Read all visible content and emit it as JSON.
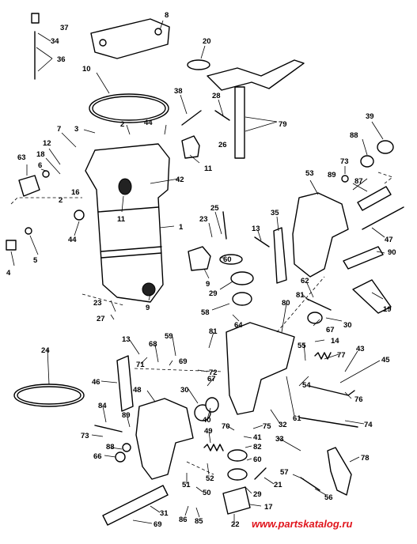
{
  "diagram": {
    "callouts": [
      {
        "id": "n37",
        "text": "37"
      },
      {
        "id": "n8",
        "text": "8"
      },
      {
        "id": "n34",
        "text": "34"
      },
      {
        "id": "n36",
        "text": "36"
      },
      {
        "id": "n20",
        "text": "20"
      },
      {
        "id": "n10",
        "text": "10"
      },
      {
        "id": "n38",
        "text": "38"
      },
      {
        "id": "n28",
        "text": "28"
      },
      {
        "id": "n79",
        "text": "79"
      },
      {
        "id": "n39",
        "text": "39"
      },
      {
        "id": "n7",
        "text": "7"
      },
      {
        "id": "n3",
        "text": "3"
      },
      {
        "id": "n2a",
        "text": "2"
      },
      {
        "id": "n44a",
        "text": "44"
      },
      {
        "id": "n26",
        "text": "26"
      },
      {
        "id": "n12",
        "text": "12"
      },
      {
        "id": "n88a",
        "text": "88"
      },
      {
        "id": "n73a",
        "text": "73"
      },
      {
        "id": "n18",
        "text": "18"
      },
      {
        "id": "n63",
        "text": "63"
      },
      {
        "id": "n6",
        "text": "6"
      },
      {
        "id": "n16",
        "text": "16"
      },
      {
        "id": "n2b",
        "text": "2"
      },
      {
        "id": "n42",
        "text": "42"
      },
      {
        "id": "n11a",
        "text": "11"
      },
      {
        "id": "n53",
        "text": "53"
      },
      {
        "id": "n89a",
        "text": "89"
      },
      {
        "id": "n87",
        "text": "87"
      },
      {
        "id": "n11b",
        "text": "11"
      },
      {
        "id": "n25",
        "text": "25"
      },
      {
        "id": "n35",
        "text": "35"
      },
      {
        "id": "n23a",
        "text": "23"
      },
      {
        "id": "n13a",
        "text": "13"
      },
      {
        "id": "n1",
        "text": "1"
      },
      {
        "id": "n44b",
        "text": "44"
      },
      {
        "id": "n60a",
        "text": "60"
      },
      {
        "id": "n47",
        "text": "47"
      },
      {
        "id": "n90",
        "text": "90"
      },
      {
        "id": "n4",
        "text": "4"
      },
      {
        "id": "n5",
        "text": "5"
      },
      {
        "id": "n9a",
        "text": "9"
      },
      {
        "id": "n29a",
        "text": "29"
      },
      {
        "id": "n62",
        "text": "62"
      },
      {
        "id": "n80",
        "text": "80"
      },
      {
        "id": "n81",
        "text": "81"
      },
      {
        "id": "n19",
        "text": "19"
      },
      {
        "id": "n58",
        "text": "58"
      },
      {
        "id": "n23b",
        "text": "23"
      },
      {
        "id": "n64",
        "text": "64"
      },
      {
        "id": "n30a",
        "text": "30"
      },
      {
        "id": "n67a",
        "text": "67"
      },
      {
        "id": "n9b",
        "text": "9"
      },
      {
        "id": "n27",
        "text": "27"
      },
      {
        "id": "n14",
        "text": "14"
      },
      {
        "id": "n24",
        "text": "24"
      },
      {
        "id": "n13b",
        "text": "13"
      },
      {
        "id": "n68",
        "text": "68"
      },
      {
        "id": "n59",
        "text": "59"
      },
      {
        "id": "n81b",
        "text": "81"
      },
      {
        "id": "n43",
        "text": "43"
      },
      {
        "id": "n55",
        "text": "55"
      },
      {
        "id": "n77",
        "text": "77"
      },
      {
        "id": "n45",
        "text": "45"
      },
      {
        "id": "n71",
        "text": "71"
      },
      {
        "id": "n69",
        "text": "69"
      },
      {
        "id": "n72",
        "text": "72"
      },
      {
        "id": "n67b",
        "text": "67"
      },
      {
        "id": "n46",
        "text": "46"
      },
      {
        "id": "n30b",
        "text": "30"
      },
      {
        "id": "n48",
        "text": "48"
      },
      {
        "id": "n54",
        "text": "54"
      },
      {
        "id": "n76",
        "text": "76"
      },
      {
        "id": "n84",
        "text": "84"
      },
      {
        "id": "n40",
        "text": "40"
      },
      {
        "id": "n32",
        "text": "32"
      },
      {
        "id": "n61",
        "text": "61"
      },
      {
        "id": "n89b",
        "text": "89"
      },
      {
        "id": "n70",
        "text": "70"
      },
      {
        "id": "n75",
        "text": "75"
      },
      {
        "id": "n74",
        "text": "74"
      },
      {
        "id": "n73b",
        "text": "73"
      },
      {
        "id": "n49",
        "text": "49"
      },
      {
        "id": "n41",
        "text": "41"
      },
      {
        "id": "n33",
        "text": "33"
      },
      {
        "id": "n88b",
        "text": "88"
      },
      {
        "id": "n82",
        "text": "82"
      },
      {
        "id": "n66",
        "text": "66"
      },
      {
        "id": "n60b",
        "text": "60"
      },
      {
        "id": "n78",
        "text": "78"
      },
      {
        "id": "n52",
        "text": "52"
      },
      {
        "id": "n21",
        "text": "21"
      },
      {
        "id": "n57",
        "text": "57"
      },
      {
        "id": "n51",
        "text": "51"
      },
      {
        "id": "n29b",
        "text": "29"
      },
      {
        "id": "n56",
        "text": "56"
      },
      {
        "id": "n50",
        "text": "50"
      },
      {
        "id": "n31",
        "text": "31"
      },
      {
        "id": "n17",
        "text": "17"
      },
      {
        "id": "n86",
        "text": "86"
      },
      {
        "id": "n85",
        "text": "85"
      },
      {
        "id": "n69b",
        "text": "69"
      },
      {
        "id": "n22",
        "text": "22"
      }
    ]
  },
  "watermark": {
    "text": "www.partskatalog.ru",
    "color": "#e0141c"
  }
}
